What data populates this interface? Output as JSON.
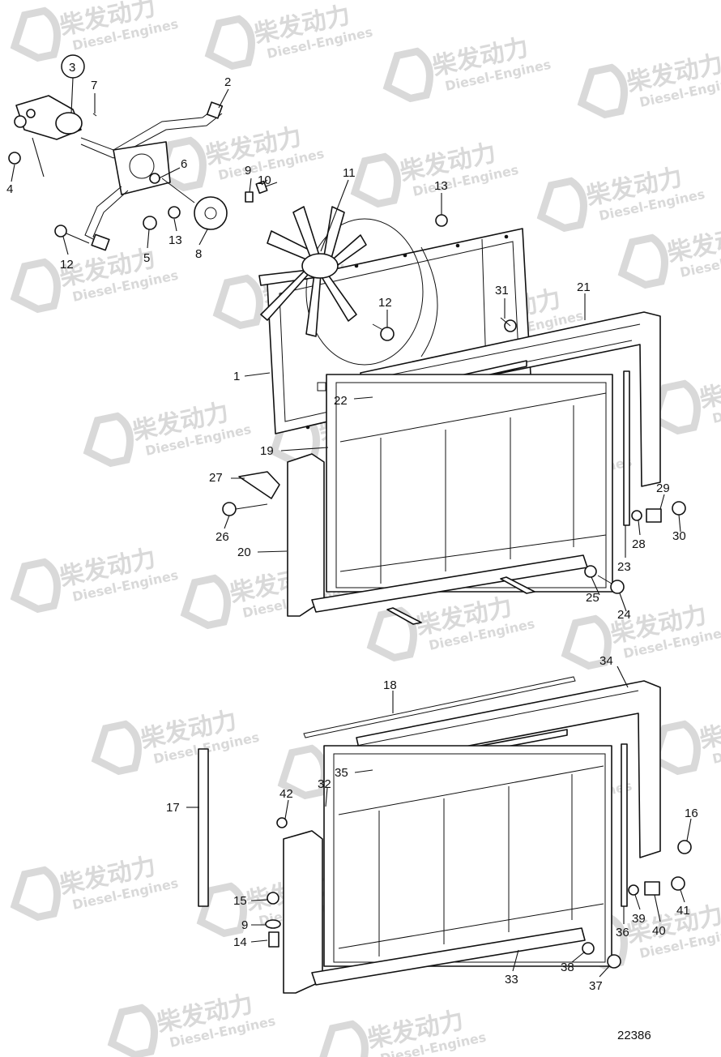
{
  "watermark": {
    "brand_cn": "柴发动力",
    "brand_en": "Diesel-Engines"
  },
  "labels": {
    "p1": "1",
    "p2": "2",
    "p3": "3",
    "p4": "4",
    "p5": "5",
    "p6": "6",
    "p7": "7",
    "p8": "8",
    "p9": "9",
    "p10": "10",
    "p11": "11",
    "p12": "12",
    "p12b": "12",
    "p13": "13",
    "p13b": "13",
    "p14": "14",
    "p15": "15",
    "p16": "16",
    "p17": "17",
    "p18": "18",
    "p19": "19",
    "p20": "20",
    "p21": "21",
    "p22": "22",
    "p23": "23",
    "p24": "24",
    "p25": "25",
    "p26": "26",
    "p27": "27",
    "p28": "28",
    "p29": "29",
    "p30": "30",
    "p31": "31",
    "p32": "32",
    "p33": "33",
    "p34": "34",
    "p35": "35",
    "p36": "36",
    "p37": "37",
    "p38": "38",
    "p39": "39",
    "p40": "40",
    "p41": "41",
    "p42": "42",
    "p9b": "9"
  },
  "figure_number": "22386"
}
